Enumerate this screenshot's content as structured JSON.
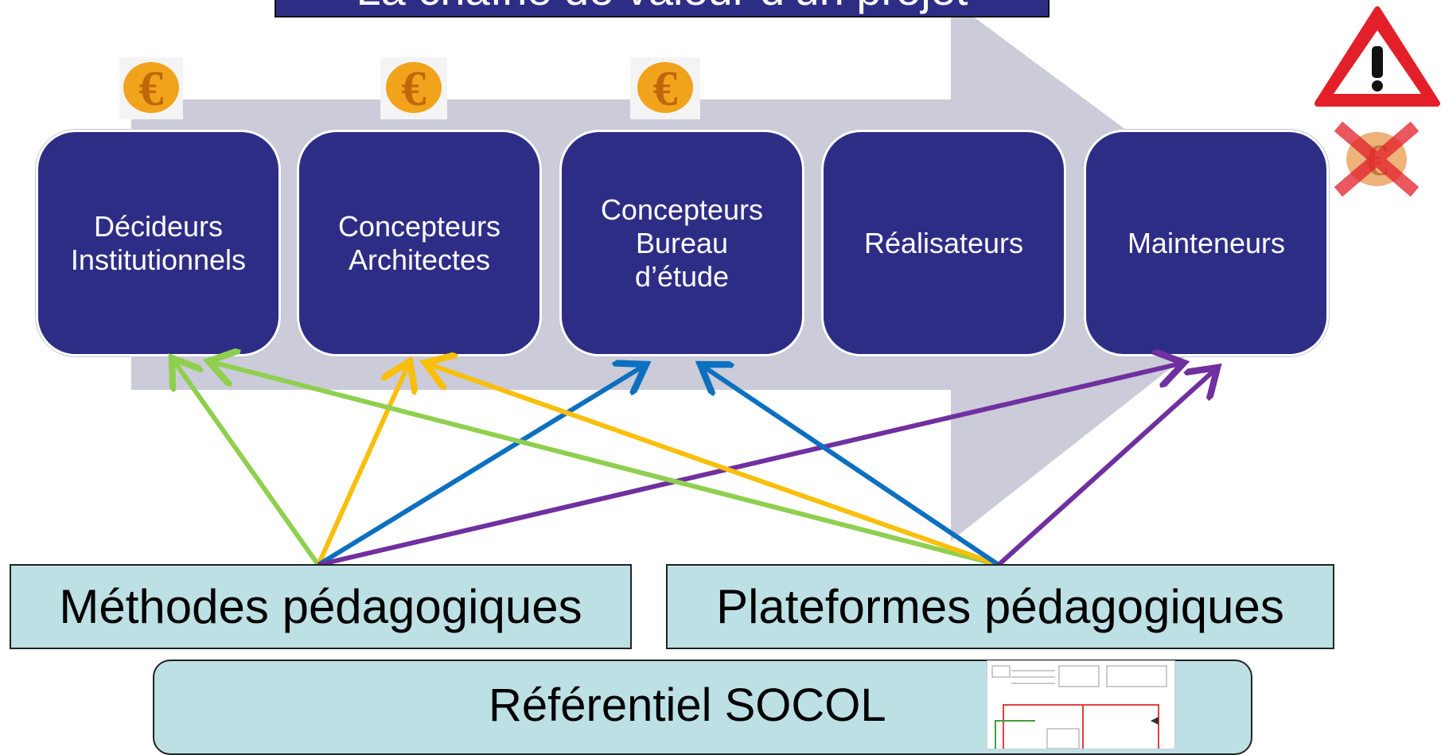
{
  "title": "La chaîne de valeur d’un projet",
  "stages": [
    {
      "label": "Décideurs\nInstitutionnels"
    },
    {
      "label": "Concepteurs\nArchitectes"
    },
    {
      "label": "Concepteurs\nBureau\nd’étude"
    },
    {
      "label": "Réalisateurs"
    },
    {
      "label": "Mainteneurs"
    }
  ],
  "boxes": {
    "methodes": "Méthodes pédagogiques",
    "plateformes": "Plateformes pédagogiques",
    "referentiel": "Référentiel SOCOL"
  },
  "colors": {
    "stage_fill": "#2e2d86",
    "value_arrow": "#cbcbd9",
    "box_fill": "#bde0e4",
    "green": "#8fcf4f",
    "gold": "#f9bf0c",
    "blue": "#0c70c0",
    "purple": "#7030a0",
    "warning_red": "#e3202a"
  },
  "icons": [
    "euro-coin-icon",
    "euro-coin-icon",
    "euro-coin-icon",
    "warning-triangle-icon",
    "crossed-euro-icon"
  ]
}
